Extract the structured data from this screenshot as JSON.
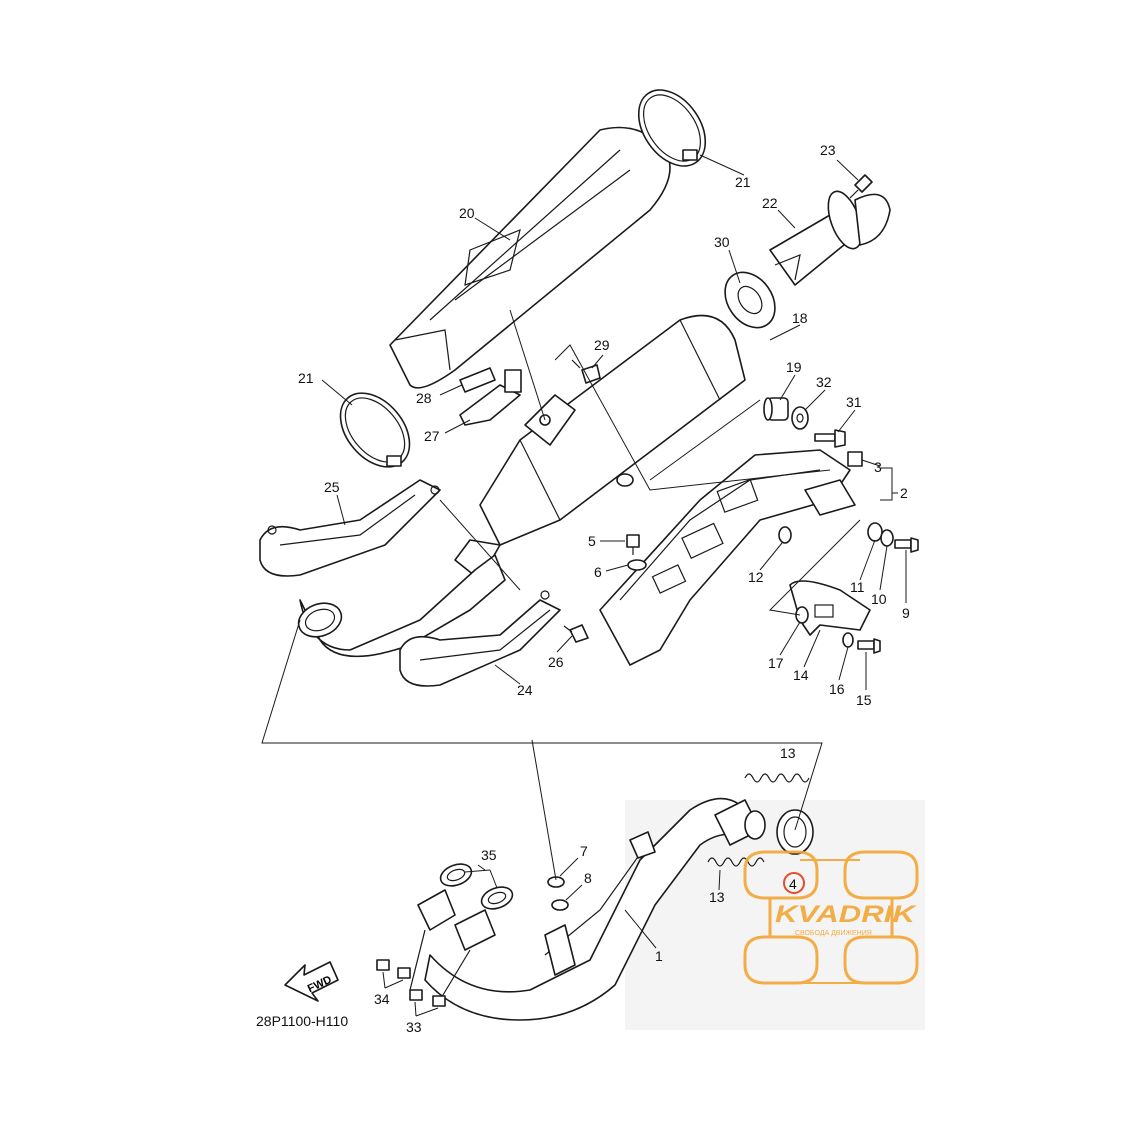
{
  "diagram": {
    "code": "28P1100-H110",
    "direction_label": "FWD",
    "callouts": {
      "c1": "1",
      "c2": "2",
      "c3": "3",
      "c4": "4",
      "c5": "5",
      "c6": "6",
      "c7": "7",
      "c8": "8",
      "c9": "9",
      "c10": "10",
      "c11": "11",
      "c12": "12",
      "c13a": "13",
      "c13b": "13",
      "c14": "14",
      "c15": "15",
      "c16": "16",
      "c17": "17",
      "c18": "18",
      "c19": "19",
      "c20": "20",
      "c21a": "21",
      "c21b": "21",
      "c22": "22",
      "c23": "23",
      "c24": "24",
      "c25": "25",
      "c26": "26",
      "c27": "27",
      "c28": "28",
      "c29": "29",
      "c30": "30",
      "c31": "31",
      "c32": "32",
      "c33": "33",
      "c34": "34",
      "c35": "35"
    }
  },
  "watermark": {
    "brand": "KVADRIK",
    "tagline": "СВОБОДА ДВИЖЕНИЯ",
    "color": "#f2a634"
  }
}
